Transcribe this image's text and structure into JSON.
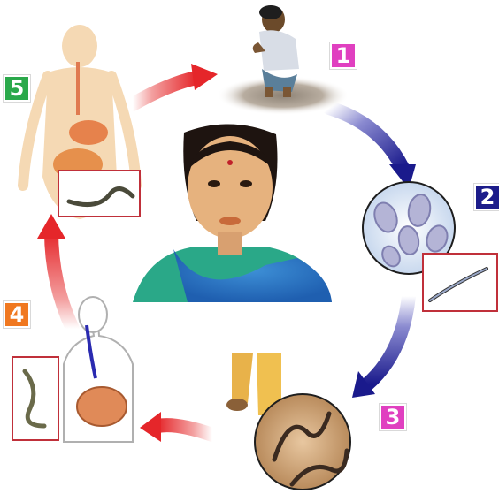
{
  "steps": [
    {
      "number": "1",
      "color": "#e040c0",
      "image": "child-squatting"
    },
    {
      "number": "2",
      "color": "#1c1c8a",
      "image": "eggs-and-larva-microscope"
    },
    {
      "number": "3",
      "color": "#e040c0",
      "image": "feet-larva-penetrating-skin"
    },
    {
      "number": "4",
      "color": "#f07820",
      "image": "body-larva-lungs-to-gut"
    },
    {
      "number": "5",
      "color": "#2aa84a",
      "image": "body-adult-worm-intestine"
    }
  ],
  "center_figure": "woman-in-sari",
  "arrow_colors": {
    "red": "#e5262a",
    "blue": "#1a1a8c"
  }
}
